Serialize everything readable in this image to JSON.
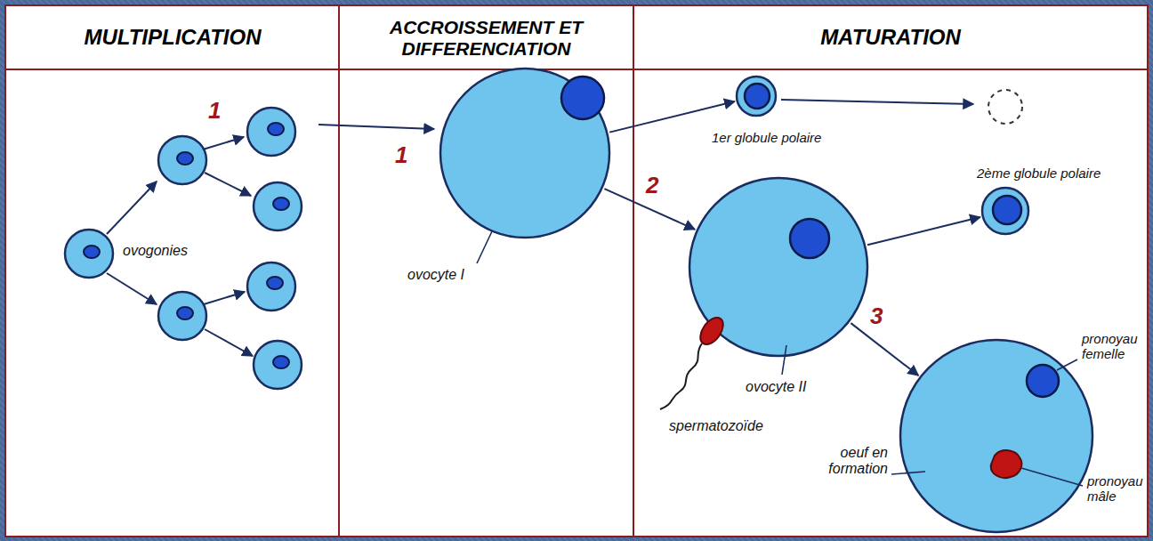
{
  "diagram": {
    "nodes": [
      {
        "text": [
          "MULTIPLICATION"
        ]
      },
      {
        "text": [
          "ACCROISSEMENT ET DIFFERENCIATION"
        ]
      },
      {
        "text": [
          "MATURATION"
        ]
      },
      {
        "text": [
          "ovocyte I"
        ]
      },
      {
        "text": [
          "1er globule polaire"
        ]
      },
      {
        "text": [
          "ovocyte II"
        ]
      },
      {
        "text": [
          "2ème globule polaire"
        ]
      },
      {
        "text": [
          "oeuf en formation",
          "pronoyau femelle",
          "pronoyau mâle"
        ]
      }
    ],
    "edges": [
      {
        "from": 3,
        "to": 4,
        "arrow": "to"
      },
      {
        "from": 3,
        "to": 5,
        "arrow": "to"
      },
      {
        "from": 5,
        "to": 6,
        "arrow": "to"
      },
      {
        "from": 5,
        "to": 7,
        "arrow": "to"
      }
    ],
    "labels": [
      "1",
      "ovogonies",
      "1",
      "2",
      "spermatozoïde",
      "3"
    ]
  }
}
